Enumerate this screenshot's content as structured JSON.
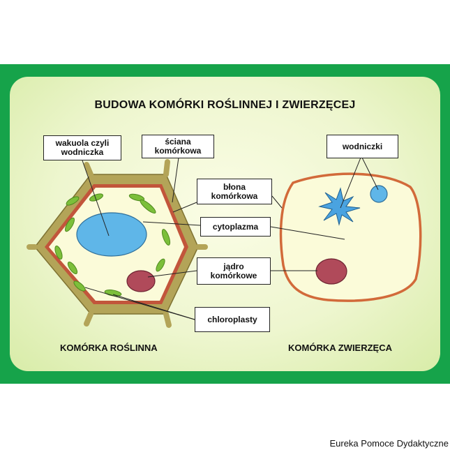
{
  "title": "BUDOWA KOMÓRKI ROŚLINNEJ I ZWIERZĘCEJ",
  "labels": {
    "vacuole": "wakuola czyli\nwodniczka",
    "cell_wall": "ściana\nkomórkowa",
    "membrane": "błona\nkomórkowa",
    "cytoplasm": "cytoplazma",
    "nucleus": "jądro\nkomórkowe",
    "chloroplasts": "chloroplasty",
    "vacuoles_animal": "wodniczki"
  },
  "captions": {
    "plant": "KOMÓRKA ROŚLINNA",
    "animal": "KOMÓRKA ZWIERZĘCA"
  },
  "credit": "Eureka Pomoce Dydaktyczne",
  "colors": {
    "frame_green": "#16a34a",
    "cell_wall": "#b3a458",
    "membrane": "#c2553b",
    "cytoplasm": "#fbfbd9",
    "vacuole": "#5fb6e8",
    "nucleus": "#b04a5a",
    "chloroplast": "#7cbf3a"
  }
}
